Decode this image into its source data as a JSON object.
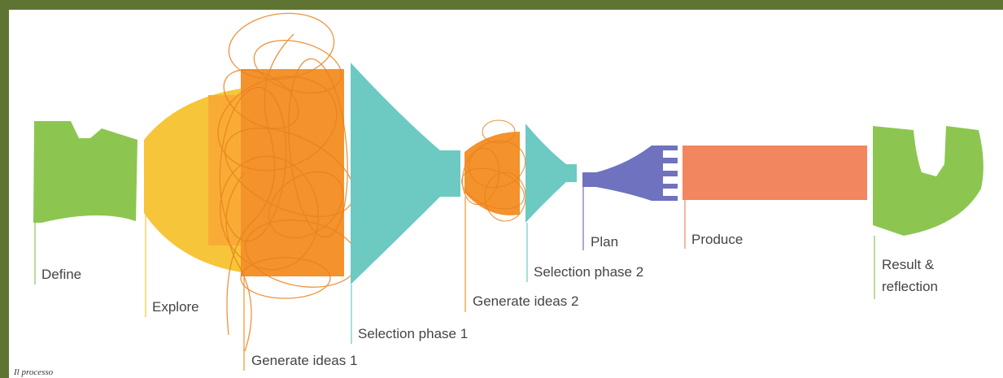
{
  "caption": "Il processo",
  "stages": [
    {
      "id": "define",
      "label": "Define"
    },
    {
      "id": "explore",
      "label": "Explore"
    },
    {
      "id": "generate1",
      "label": "Generate ideas 1"
    },
    {
      "id": "selection1",
      "label": "Selection phase 1"
    },
    {
      "id": "generate2",
      "label": "Generate ideas 2"
    },
    {
      "id": "selection2",
      "label": "Selection phase 2"
    },
    {
      "id": "plan",
      "label": "Plan"
    },
    {
      "id": "produce",
      "label": "Produce"
    },
    {
      "id": "result",
      "label_line1": "Result &",
      "label_line2": "reflection"
    }
  ],
  "colors": {
    "frame": "#5f7433",
    "define": "#8cc650",
    "explore": "#f7c53a",
    "explore_light": "#f9cf45",
    "generate": "#f4922c",
    "generate_mid": "#f9a735",
    "scribble": "#e8821f",
    "selection": "#6ccac3",
    "plan": "#6f72be",
    "produce": "#f2865e",
    "result": "#8cc650"
  }
}
